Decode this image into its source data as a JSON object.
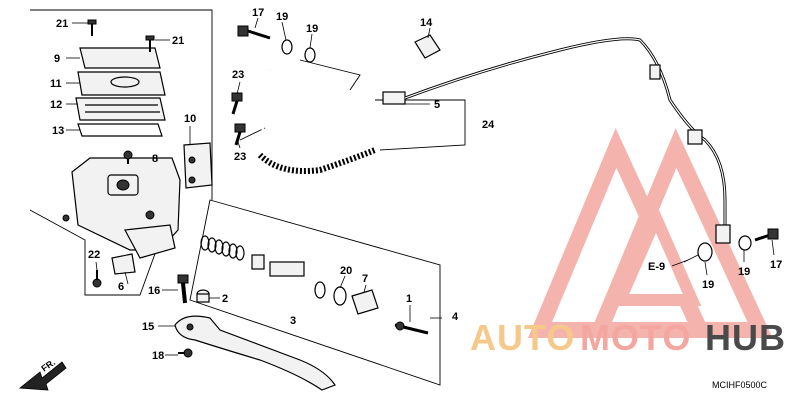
{
  "diagram": {
    "drawing_code": "MCIHF0500C",
    "reference": "E-9",
    "direction_label": "FR.",
    "callouts": [
      "1",
      "2",
      "3",
      "4",
      "5",
      "6",
      "7",
      "8",
      "9",
      "10",
      "11",
      "12",
      "13",
      "14",
      "15",
      "16",
      "17",
      "17",
      "18",
      "19",
      "19",
      "19",
      "20",
      "21",
      "21",
      "22",
      "23",
      "23",
      "24"
    ]
  },
  "watermark": {
    "part1": "AUTO",
    "part2": "MOTO",
    "part3": "HUB",
    "color_primary": "#f4a6a0",
    "color_secondary": "#f6c98a",
    "color_dark": "#4a4a4a"
  }
}
